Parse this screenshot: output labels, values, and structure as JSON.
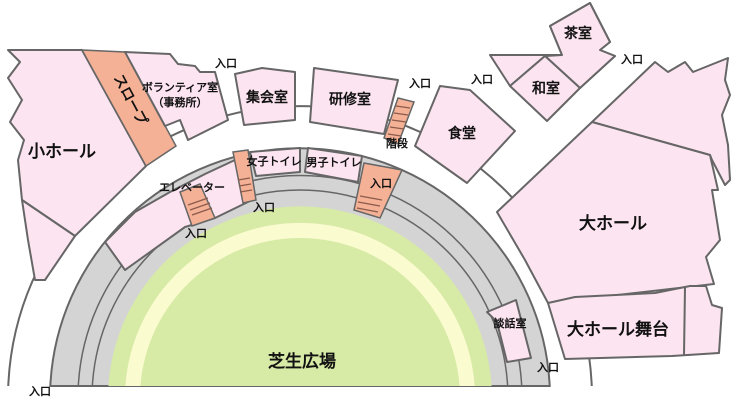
{
  "colors": {
    "room": "#fce4f0",
    "slope": "#f4b196",
    "track": "#d4d4d4",
    "lawn": "#d7eaa6",
    "lawn_ring": "#fbfbd0",
    "border": "#666666"
  },
  "rooms": {
    "small_hall": "小ホール",
    "slope": "スロープ",
    "volunteer_room": "ボランティア室",
    "volunteer_room_sub": "（事務所）",
    "meeting_room": "集会室",
    "training_room": "研修室",
    "stairs": "階段",
    "cafeteria": "食堂",
    "tea_room": "茶室",
    "japanese_room": "和室",
    "large_hall": "大ホール",
    "large_hall_stage": "大ホール舞台",
    "lounge": "談話室",
    "elevator": "エレベーター",
    "womens_toilet": "女子トイレ",
    "mens_toilet": "男子トイレ",
    "lawn_plaza": "芝生広場"
  },
  "entrance_label": "入口"
}
